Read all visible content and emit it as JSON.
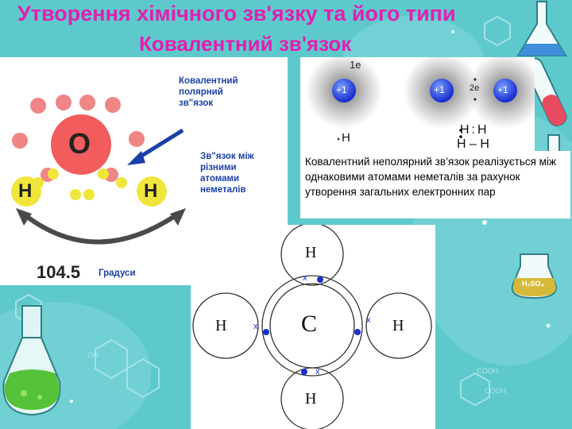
{
  "slide": {
    "title_line1": "Утворення хімічного зв'язку та його типи",
    "title_line2": "Ковалентний зв'язок",
    "colors": {
      "title": "#e21fb0",
      "background": "#5ec9cc",
      "label_blue": "#1b3fa8"
    }
  },
  "water_diagram": {
    "oxygen": "O",
    "hydrogen_left": "H",
    "hydrogen_right": "H",
    "label_polar": "Ковалентний полярний зв\"язок",
    "label_between": "Зв\"язок між різними атомами неметалів",
    "angle_value": "104.5",
    "angle_unit": "Градуси"
  },
  "hydrogen_diagram": {
    "electron_label": "1e",
    "proton_charge": "+1",
    "pair_label": "2e",
    "single_atom": "H",
    "pair_dots": "H:H",
    "pair_line": "H – H",
    "description": "Ковалентний неполярний зв’язок реалізується між однаковими атомами неметалів за рахунок утворення загальних електронних пар"
  },
  "methane_diagram": {
    "center": "C",
    "top": "H",
    "left": "H",
    "right": "H",
    "bottom": "H",
    "electron_mark": "x"
  },
  "decor": {
    "flask_label": "H₂SO₄",
    "icons": [
      "flask-icon",
      "test-tube-icon",
      "beaker-icon",
      "molecule-icon"
    ]
  }
}
